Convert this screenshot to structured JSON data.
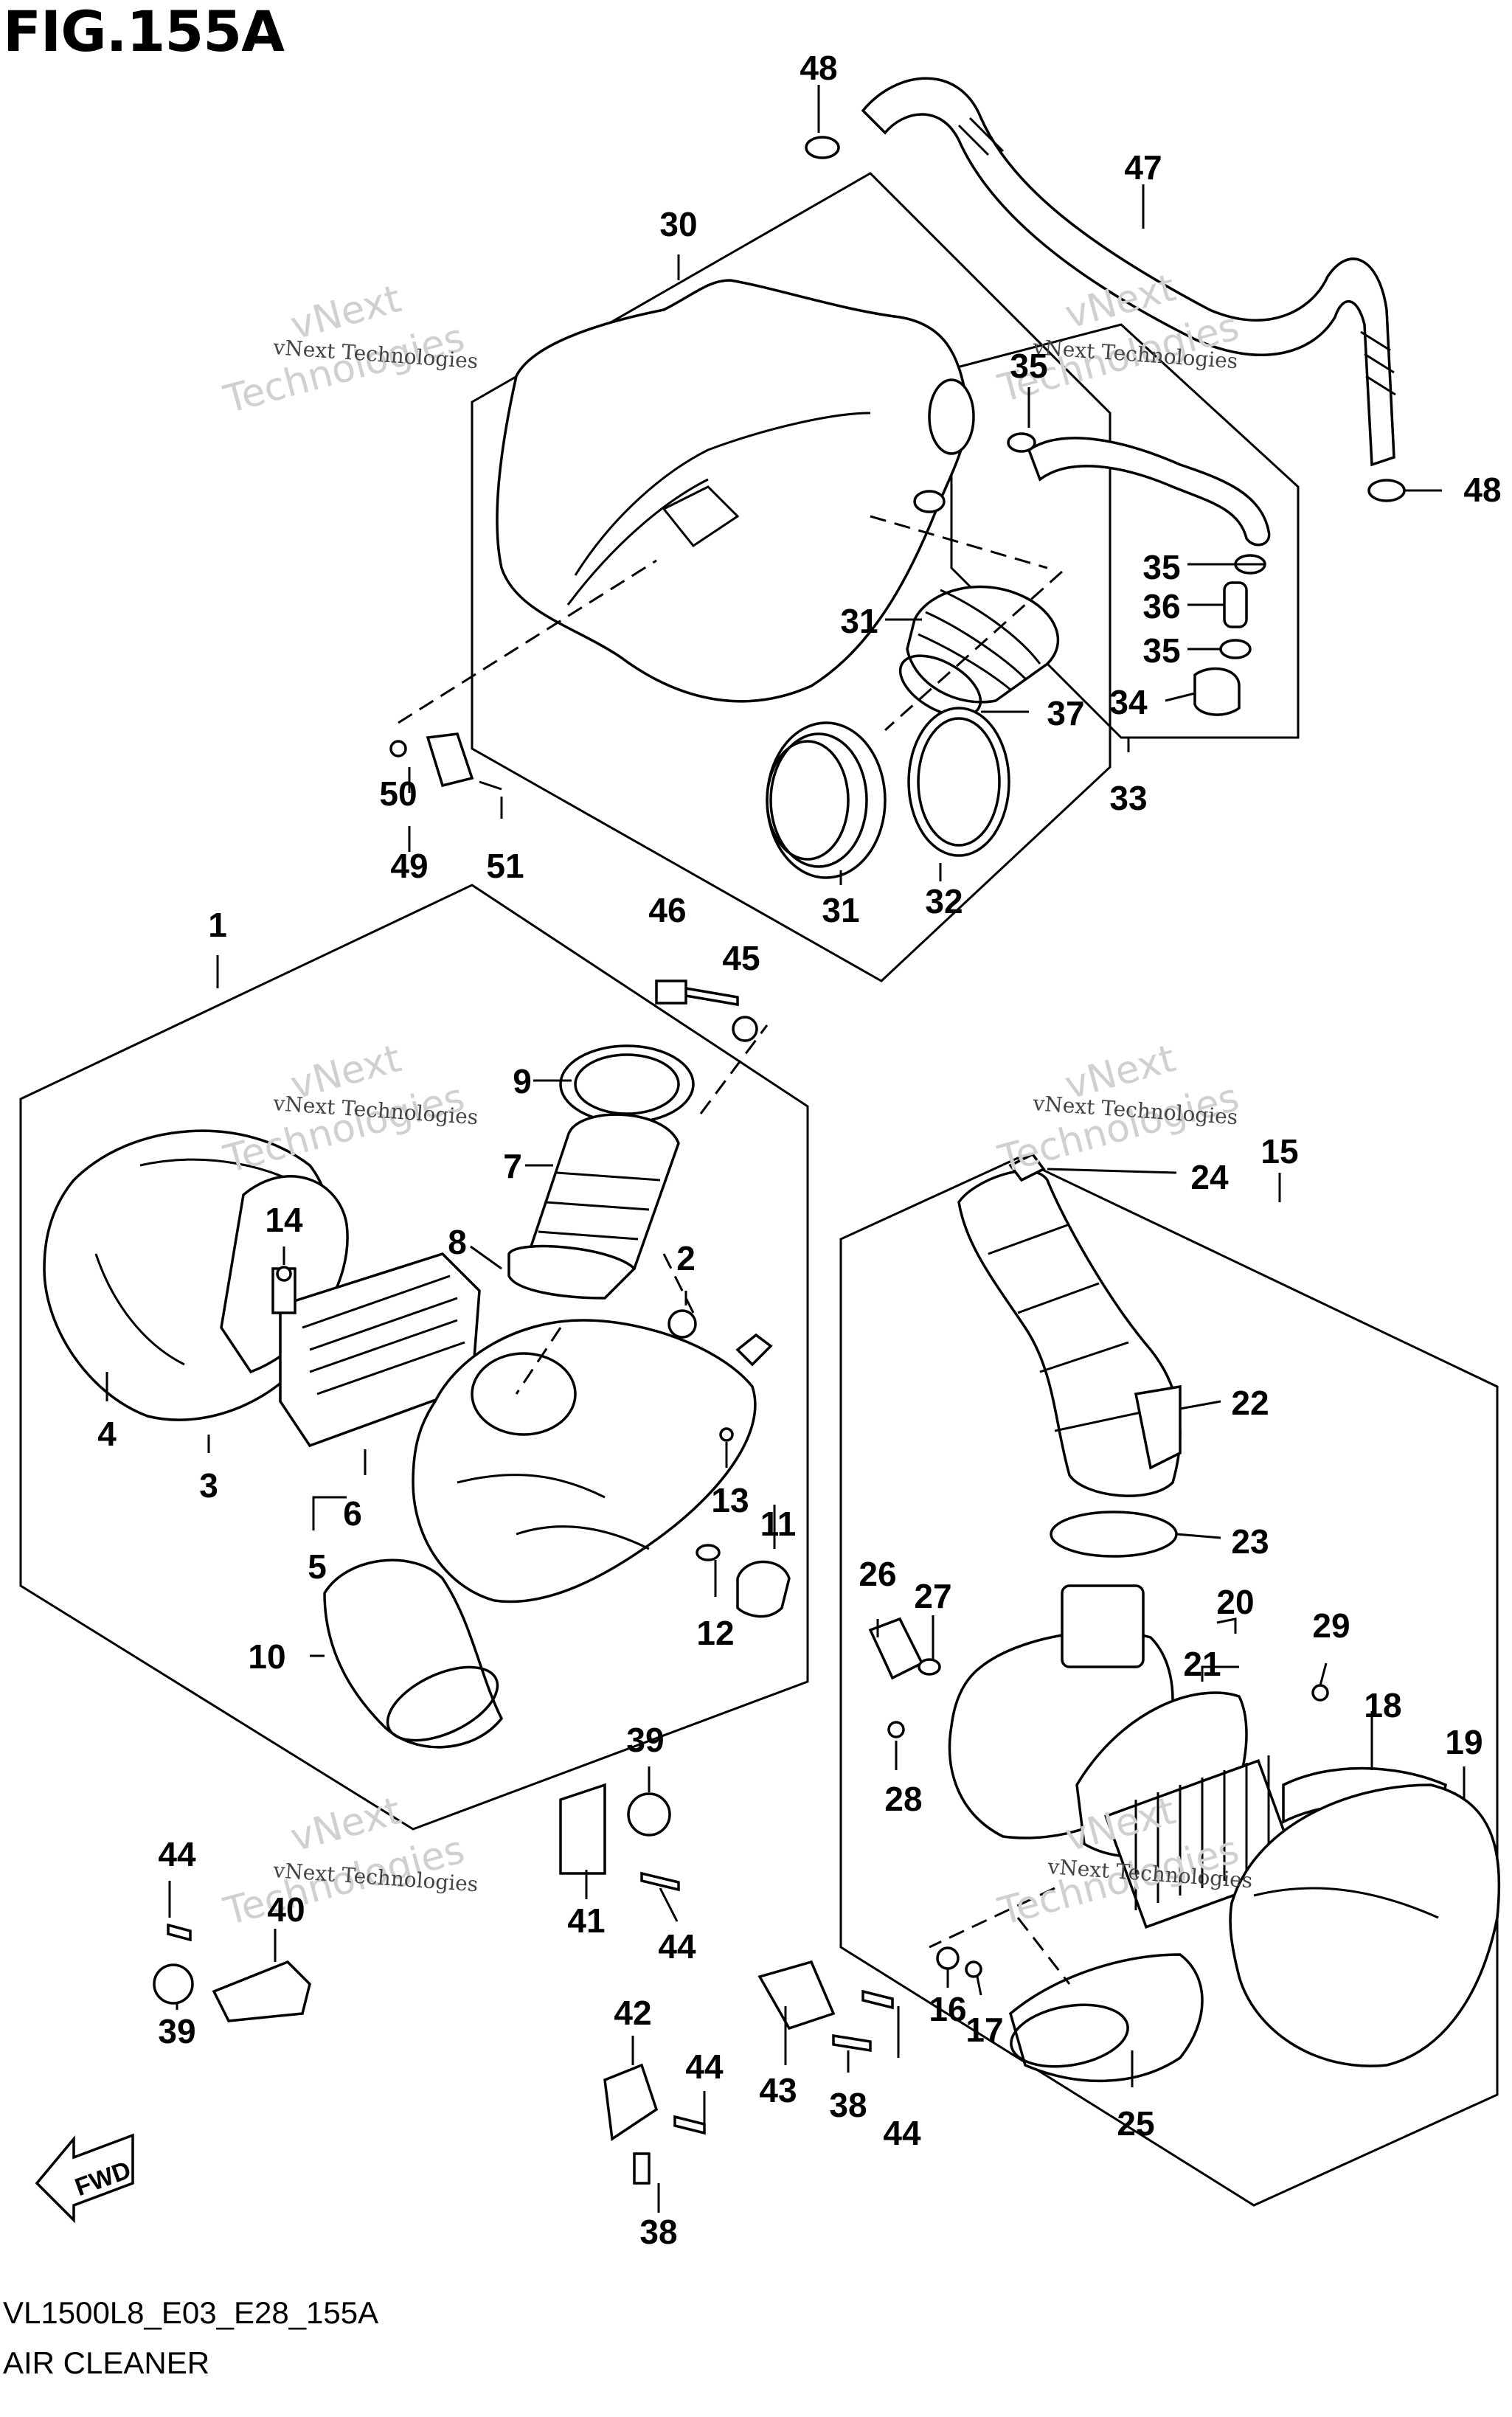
{
  "figure": {
    "title": "FIG.155A",
    "code": "VL1500L8_E03_E28_155A",
    "name": "AIR CLEANER",
    "fwd_label": "FWD"
  },
  "watermark": {
    "line1": "vNext Technologies",
    "line2": "vNext",
    "line3": "Technologies"
  },
  "callouts": {
    "c1": "1",
    "c2": "2",
    "c3": "3",
    "c4": "4",
    "c5": "5",
    "c6": "6",
    "c7": "7",
    "c8": "8",
    "c9": "9",
    "c10": "10",
    "c11": "11",
    "c12": "12",
    "c13": "13",
    "c14": "14",
    "c15": "15",
    "c16": "16",
    "c17": "17",
    "c18": "18",
    "c19": "19",
    "c20": "20",
    "c21": "21",
    "c22": "22",
    "c23": "23",
    "c24": "24",
    "c25": "25",
    "c26": "26",
    "c27": "27",
    "c28": "28",
    "c29": "29",
    "c30": "30",
    "c31a": "31",
    "c31b": "31",
    "c32": "32",
    "c33": "33",
    "c34": "34",
    "c35a": "35",
    "c35b": "35",
    "c35c": "35",
    "c36": "36",
    "c37": "37",
    "c38a": "38",
    "c38b": "38",
    "c39a": "39",
    "c39b": "39",
    "c40": "40",
    "c41": "41",
    "c42": "42",
    "c43": "43",
    "c44a": "44",
    "c44b": "44",
    "c44c": "44",
    "c44d": "44",
    "c45": "45",
    "c46": "46",
    "c47": "47",
    "c48a": "48",
    "c48b": "48",
    "c49": "49",
    "c50": "50",
    "c51": "51"
  }
}
